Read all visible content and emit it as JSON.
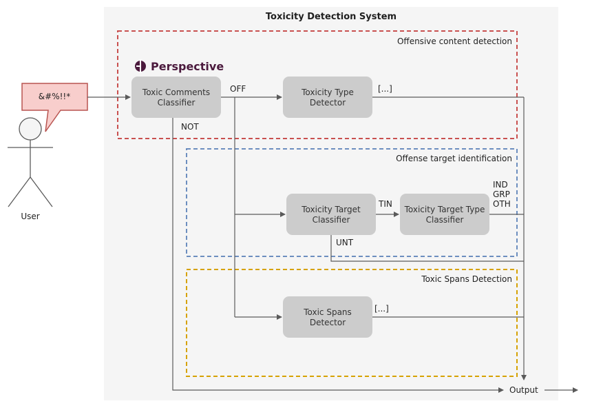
{
  "system": {
    "title": "Toxicity Detection System"
  },
  "user": {
    "label": "User",
    "speech": "&#%!!*"
  },
  "brand": {
    "name": "Perspective"
  },
  "regions": {
    "offensive": "Offensive content detection",
    "target": "Offense target identification",
    "spans": "Toxic Spans Detection"
  },
  "nodes": {
    "toxic_comments": {
      "line1": "Toxic Comments",
      "line2": "Classifier"
    },
    "type_detector": {
      "line1": "Toxicity Type",
      "line2": "Detector"
    },
    "target_classifier": {
      "line1": "Toxicity Target",
      "line2": "Classifier"
    },
    "target_type": {
      "line1": "Toxicity Target Type",
      "line2": "Classifier"
    },
    "spans_detector": {
      "line1": "Toxic Spans",
      "line2": "Detector"
    }
  },
  "edges": {
    "off": "OFF",
    "not": "NOT",
    "tin": "TIN",
    "unt": "UNT",
    "type_more": "[...]",
    "spans_more": "[...]",
    "ind": "IND",
    "grp": "GRP",
    "oth": "OTH"
  },
  "output": {
    "label": "Output"
  },
  "colors": {
    "region_offensive": "#c9504f",
    "region_target": "#6c8ebf",
    "region_spans": "#d6a200",
    "node_fill": "#cccccc",
    "speech_fill": "#f8cecc",
    "speech_stroke": "#b85450",
    "brand": "#4b1a3d"
  }
}
